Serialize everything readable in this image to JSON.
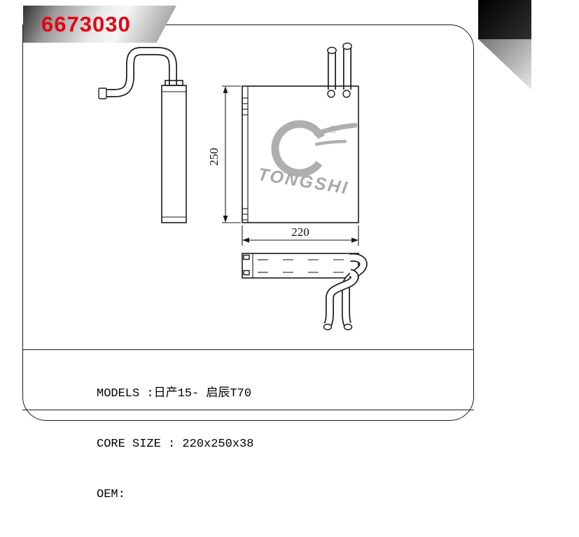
{
  "header": {
    "part_number": "6673030"
  },
  "watermark": {
    "brand": "TONGSHI",
    "registered_symbol": "®"
  },
  "dimensions": {
    "core_height": "250",
    "core_width": "220"
  },
  "specs": {
    "models_line": "MODELS :日产15- 启辰T70",
    "core_size_line": "CORE SIZE : 220x250x38",
    "oem_line": "OEM:"
  },
  "colors": {
    "part_number_red": "#e60012",
    "watermark_gray": "#a9a9a9",
    "line_color": "#1a1a1a"
  }
}
